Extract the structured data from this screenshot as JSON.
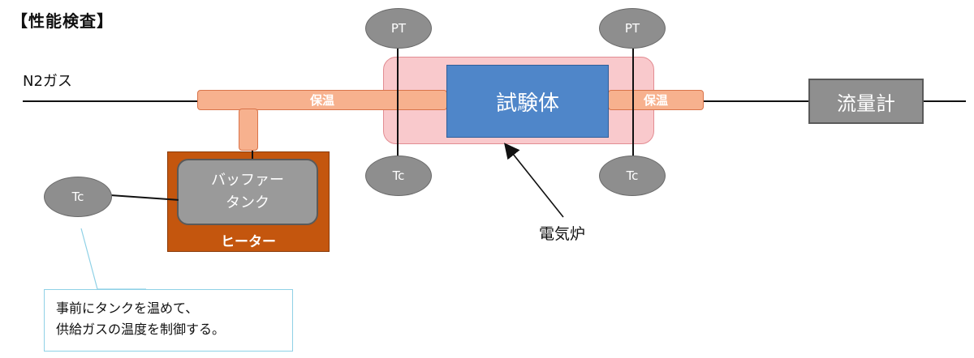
{
  "title": "【性能検査】",
  "gas_label": "N2ガス",
  "insulation_left": "保温",
  "insulation_right": "保温",
  "specimen": "試験体",
  "flow_meter": "流量計",
  "buffer_tank": [
    "バッファー",
    "タンク"
  ],
  "heater": "ヒーター",
  "furnace": "電気炉",
  "sensors": {
    "pt_left": "PT",
    "pt_right": "PT",
    "tc_left": "Tc",
    "tc_right": "Tc",
    "tc_buffer": "Tc"
  },
  "callout": [
    "事前にタンクを温めて、",
    "供給ガスの温度を制御する。"
  ],
  "colors": {
    "insulation": "#f7b18e",
    "furnace": "#f9c9cc",
    "specimen": "#4f86c9",
    "heater": "#c4560e",
    "sensor": "#8e8e8e",
    "callout_border": "#8fd1e6"
  }
}
